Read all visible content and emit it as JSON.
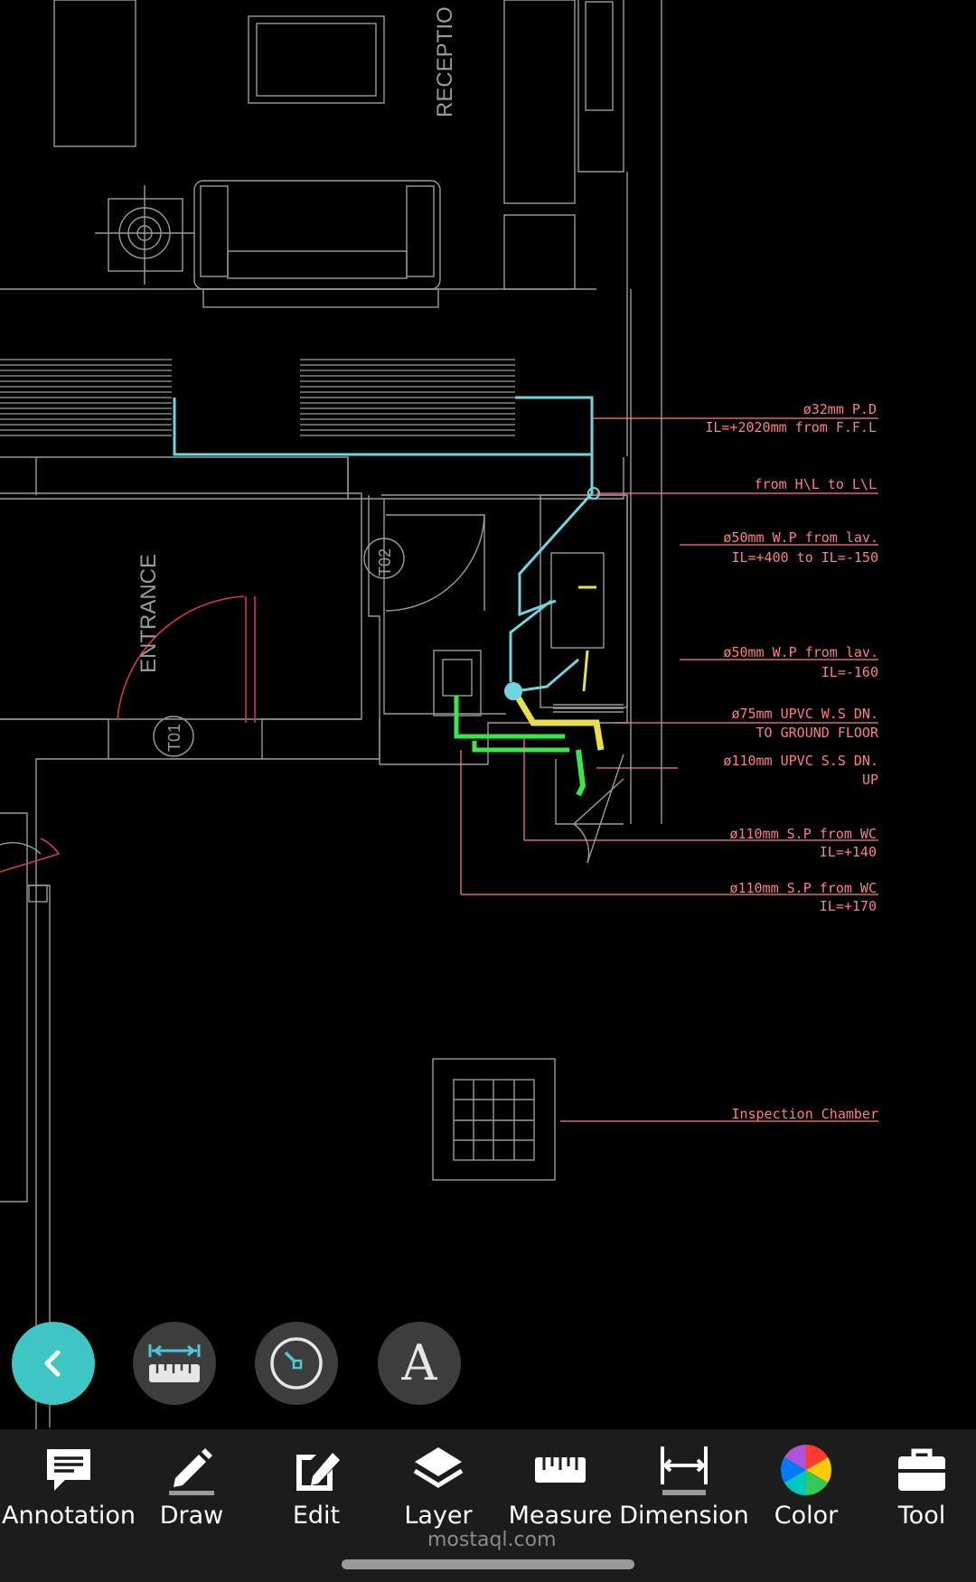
{
  "drawing": {
    "room_labels": {
      "reception": "RECEPTIO",
      "entrance": "ENTRANCE",
      "door_t01": "T01",
      "door_t02": "T02"
    },
    "annotations": {
      "a1_line1": "ø32mm P.D",
      "a1_line2": "IL=+2020mm from F.F.L",
      "a2": "from H\\L to L\\L",
      "a3_line1": "ø50mm W.P from lav.",
      "a3_line2": "IL=+400 to IL=-150",
      "a4_line1": "ø50mm W.P from lav.",
      "a4_line2": "IL=-160",
      "a5_line1": "ø75mm UPVC W.S DN.",
      "a5_line2": "TO GROUND FLOOR",
      "a6_line1": "ø110mm UPVC S.S DN.",
      "a6_line2": "UP",
      "a7_line1": "ø110mm S.P from WC",
      "a7_line2": "IL=+140",
      "a8_line1": "ø110mm S.P from WC",
      "a8_line2": "IL=+170",
      "a9": "Inspection Chamber"
    }
  },
  "fabs": [
    {
      "name": "back-button",
      "icon": "chevron-left-icon",
      "color": "#3ec6c4"
    },
    {
      "name": "measure-distance-button",
      "icon": "ruler-distance-icon"
    },
    {
      "name": "measure-angle-button",
      "icon": "angle-gauge-icon"
    },
    {
      "name": "text-button",
      "icon": "text-a-icon",
      "glyph": "A"
    }
  ],
  "toolbar": {
    "items": [
      {
        "label": "Annotation",
        "icon": "annotation-icon"
      },
      {
        "label": "Draw",
        "icon": "pencil-icon"
      },
      {
        "label": "Edit",
        "icon": "edit-icon"
      },
      {
        "label": "Layer",
        "icon": "layers-icon"
      },
      {
        "label": "Measure",
        "icon": "ruler-icon"
      },
      {
        "label": "Dimension",
        "icon": "dimension-icon"
      },
      {
        "label": "Color",
        "icon": "color-wheel-icon"
      },
      {
        "label": "Tool",
        "icon": "toolbox-icon"
      }
    ]
  },
  "watermark": {
    "text": "mostaql.com"
  },
  "colors": {
    "background": "#000000",
    "cad_lines": "#9a9a9a",
    "annotation_text": "#ff7e7e",
    "pipe_cyan": "#6fd6e0",
    "pipe_green": "#37e84b",
    "pipe_yellow": "#e8e04a",
    "accent": "#3ec6c4",
    "toolbar_bg": "#1c1c1c"
  }
}
